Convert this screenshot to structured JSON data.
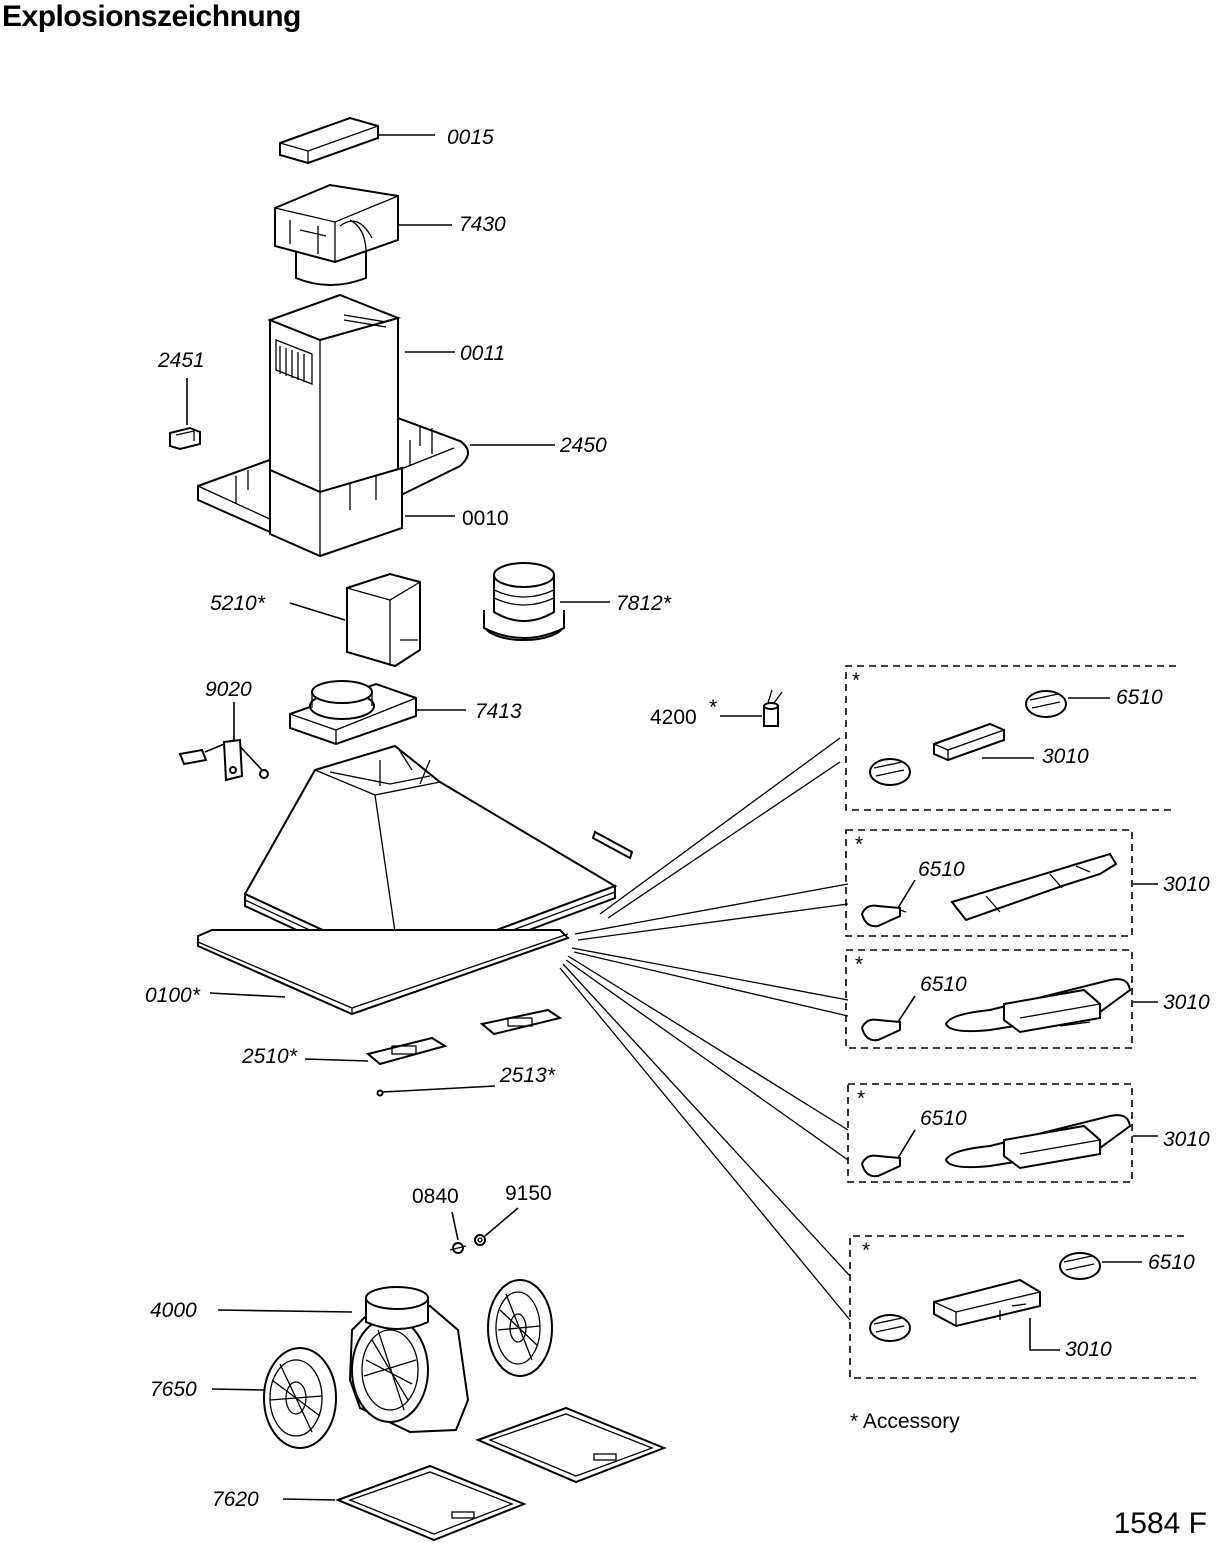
{
  "title": "Explosionszeichnung",
  "document_number": "1584 F",
  "footnote": "* Accessory",
  "labels": {
    "l0015": "0015",
    "l7430": "7430",
    "l2451": "2451",
    "l0011": "0011",
    "l2450": "2450",
    "l0010": "0010",
    "l5210": "5210*",
    "l7812": "7812*",
    "l9020": "9020",
    "l7413": "7413",
    "l4200": "4200",
    "l4200star": "*",
    "l0100": "0100*",
    "l2510": "2510*",
    "l2513": "2513*",
    "l0840": "0840",
    "l9150": "9150",
    "l4000": "4000",
    "l7650": "7650",
    "l7620": "7620"
  },
  "accessory_boxes": [
    {
      "star": "*",
      "lamp": "6510",
      "housing": "3010"
    },
    {
      "star": "*",
      "lamp": "6510",
      "housing": "3010"
    },
    {
      "star": "*",
      "lamp": "6510",
      "housing": "3010"
    },
    {
      "star": "*",
      "lamp": "6510",
      "housing": "3010"
    },
    {
      "star": "*",
      "lamp": "6510",
      "housing": "3010"
    }
  ]
}
